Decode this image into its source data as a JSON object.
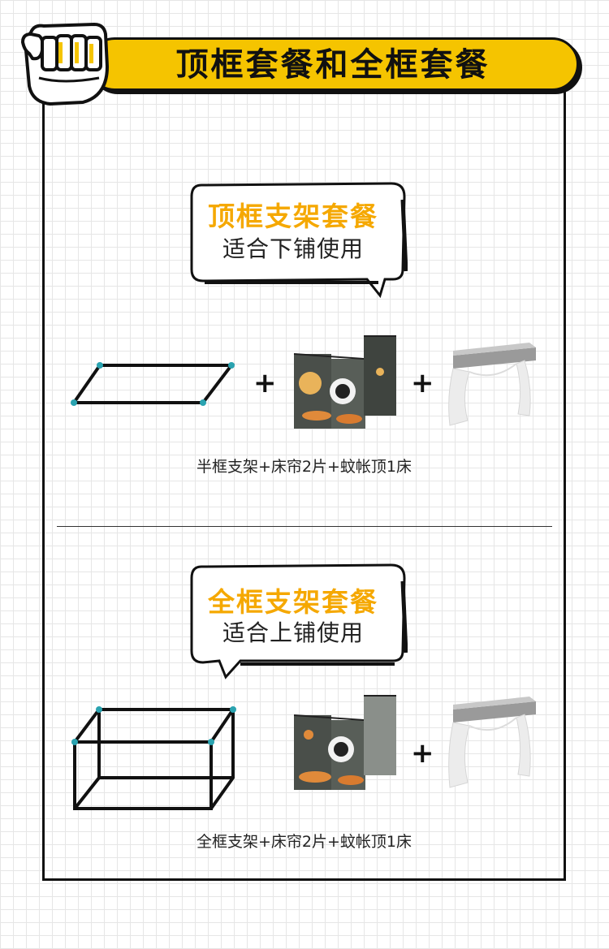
{
  "header": {
    "title": "顶框套餐和全框套餐"
  },
  "package_top": {
    "title": "顶框支架套餐",
    "subtitle": "适合下铺使用",
    "plus_1": "+",
    "plus_2": "+",
    "caption": "半框支架+床帘2片+蚊帐顶1床"
  },
  "package_full": {
    "title": "全框支架套餐",
    "subtitle": "适合上铺使用",
    "plus_1": "+",
    "caption": "全框支架+床帘2片+蚊帐顶1床"
  },
  "colors": {
    "accent_yellow": "#f5c400",
    "title_orange": "#f5a800",
    "joint_teal": "#2aa3b0",
    "curtain_dark": "#4a4f4a"
  }
}
